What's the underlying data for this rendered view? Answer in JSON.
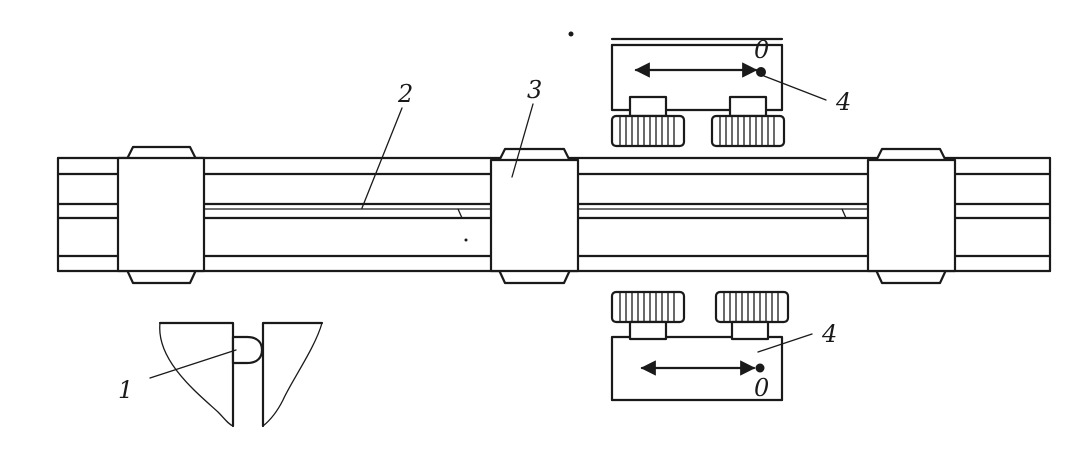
{
  "labels": {
    "contact": "1",
    "rod": "2",
    "slider": "3",
    "caliper_top": "4",
    "caliper_bottom": "4",
    "zero_top": "0",
    "zero_bottom": "0"
  },
  "colors": {
    "ink": "#1a1a1a",
    "paper": "#ffffff"
  }
}
